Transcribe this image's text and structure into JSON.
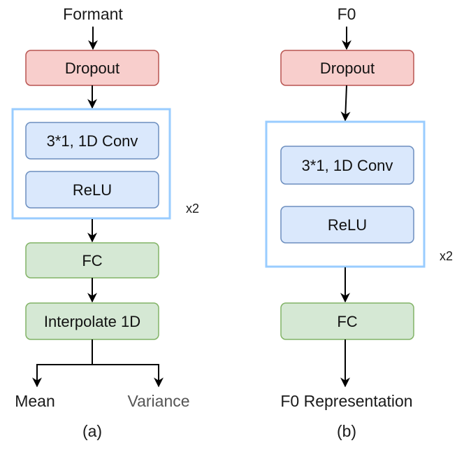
{
  "panel_a": {
    "input_label": "Formant",
    "dropout_label": "Dropout",
    "conv_label": "3*1, 1D Conv",
    "relu_label": "ReLU",
    "repeat_label": "x2",
    "fc_label": "FC",
    "interp_label": "Interpolate 1D",
    "output_left": "Mean",
    "output_right": "Variance",
    "caption": "(a)"
  },
  "panel_b": {
    "input_label": "F0",
    "dropout_label": "Dropout",
    "conv_label": "3*1, 1D Conv",
    "relu_label": "ReLU",
    "repeat_label": "x2",
    "fc_label": "FC",
    "output_label": "F0 Representation",
    "caption": "(b)"
  },
  "colors": {
    "dropout_fill": "#f8cecc",
    "dropout_stroke": "#b85450",
    "conv_fill": "#dae8fc",
    "conv_stroke": "#6c8ebf",
    "group_stroke": "#99ccff",
    "fc_fill": "#d5e8d4",
    "fc_stroke": "#82b366"
  }
}
